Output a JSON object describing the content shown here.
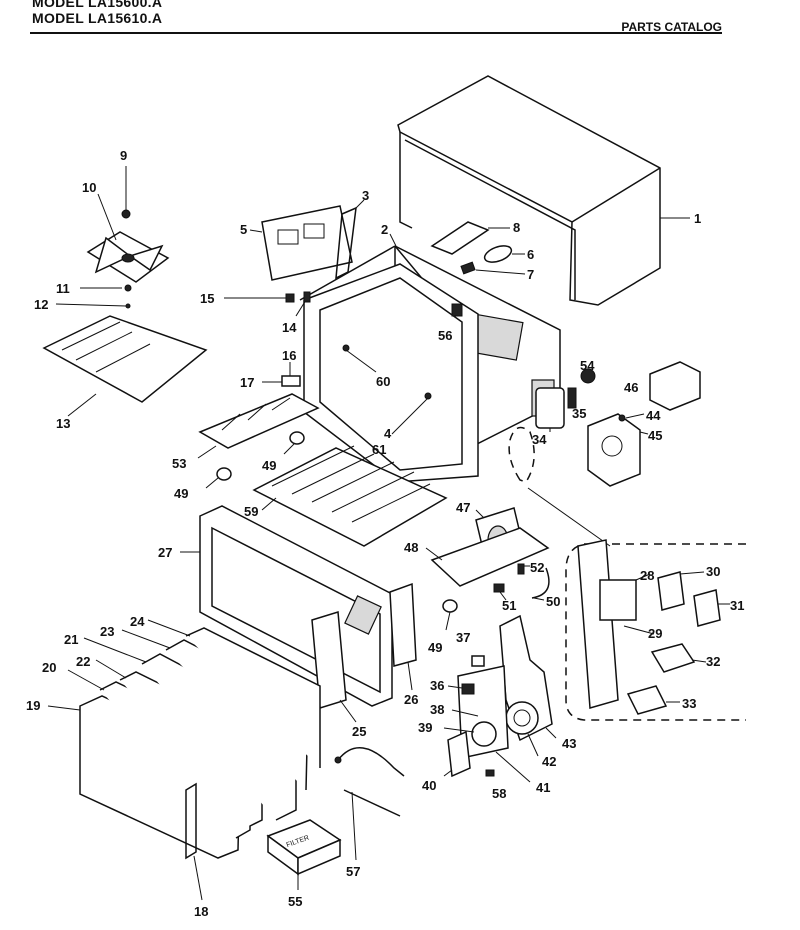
{
  "header": {
    "model_top": "MODEL LA15600.A",
    "model_main": "MODEL LA15610.A",
    "catalog_title": "PARTS CATALOG"
  },
  "callouts": [
    {
      "id": "c1",
      "label": "1"
    },
    {
      "id": "c2",
      "label": "2"
    },
    {
      "id": "c3",
      "label": "3"
    },
    {
      "id": "c4",
      "label": "4"
    },
    {
      "id": "c5",
      "label": "5"
    },
    {
      "id": "c6",
      "label": "6"
    },
    {
      "id": "c7",
      "label": "7"
    },
    {
      "id": "c8",
      "label": "8"
    },
    {
      "id": "c9",
      "label": "9"
    },
    {
      "id": "c10",
      "label": "10"
    },
    {
      "id": "c11",
      "label": "11"
    },
    {
      "id": "c12",
      "label": "12"
    },
    {
      "id": "c13",
      "label": "13"
    },
    {
      "id": "c14",
      "label": "14"
    },
    {
      "id": "c15",
      "label": "15"
    },
    {
      "id": "c16",
      "label": "16"
    },
    {
      "id": "c17",
      "label": "17"
    },
    {
      "id": "c18",
      "label": "18"
    },
    {
      "id": "c19",
      "label": "19"
    },
    {
      "id": "c20",
      "label": "20"
    },
    {
      "id": "c21",
      "label": "21"
    },
    {
      "id": "c22",
      "label": "22"
    },
    {
      "id": "c23",
      "label": "23"
    },
    {
      "id": "c24",
      "label": "24"
    },
    {
      "id": "c25",
      "label": "25"
    },
    {
      "id": "c26",
      "label": "26"
    },
    {
      "id": "c27",
      "label": "27"
    },
    {
      "id": "c28",
      "label": "28"
    },
    {
      "id": "c29",
      "label": "29"
    },
    {
      "id": "c30",
      "label": "30"
    },
    {
      "id": "c31",
      "label": "31"
    },
    {
      "id": "c32",
      "label": "32"
    },
    {
      "id": "c33",
      "label": "33"
    },
    {
      "id": "c34",
      "label": "34"
    },
    {
      "id": "c35",
      "label": "35"
    },
    {
      "id": "c36",
      "label": "36"
    },
    {
      "id": "c37",
      "label": "37"
    },
    {
      "id": "c38",
      "label": "38"
    },
    {
      "id": "c39",
      "label": "39"
    },
    {
      "id": "c40",
      "label": "40"
    },
    {
      "id": "c41",
      "label": "41"
    },
    {
      "id": "c42",
      "label": "42"
    },
    {
      "id": "c43",
      "label": "43"
    },
    {
      "id": "c44",
      "label": "44"
    },
    {
      "id": "c45",
      "label": "45"
    },
    {
      "id": "c46",
      "label": "46"
    },
    {
      "id": "c47",
      "label": "47"
    },
    {
      "id": "c48",
      "label": "48"
    },
    {
      "id": "c49a",
      "label": "49"
    },
    {
      "id": "c49b",
      "label": "49"
    },
    {
      "id": "c49c",
      "label": "49"
    },
    {
      "id": "c50",
      "label": "50"
    },
    {
      "id": "c51",
      "label": "51"
    },
    {
      "id": "c52",
      "label": "52"
    },
    {
      "id": "c53",
      "label": "53"
    },
    {
      "id": "c54",
      "label": "54"
    },
    {
      "id": "c55",
      "label": "55"
    },
    {
      "id": "c56",
      "label": "56"
    },
    {
      "id": "c57",
      "label": "57"
    },
    {
      "id": "c58",
      "label": "58"
    },
    {
      "id": "c59",
      "label": "59"
    },
    {
      "id": "c60",
      "label": "60"
    },
    {
      "id": "c61",
      "label": "61"
    }
  ],
  "filter_label": "FILTER"
}
